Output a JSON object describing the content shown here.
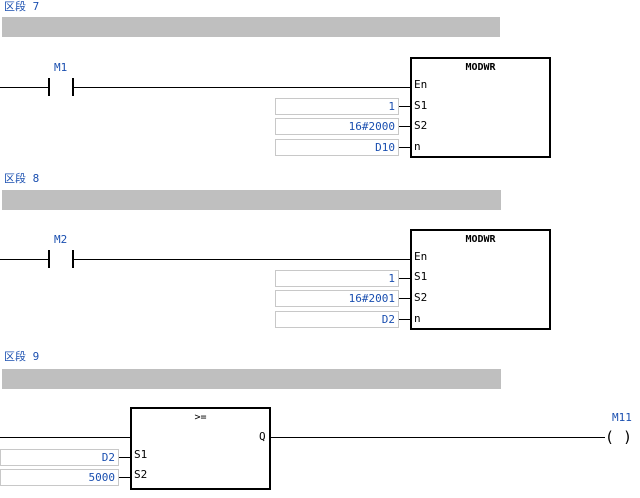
{
  "networks": [
    {
      "segment_label": "区段 7",
      "contact": "M1",
      "block": {
        "title": "MODWR",
        "pins": {
          "en": "En",
          "s1": "S1",
          "s2": "S2",
          "n": "n"
        },
        "operands": {
          "s1": "1",
          "s2": "16#2000",
          "n": "D10"
        }
      }
    },
    {
      "segment_label": "区段 8",
      "contact": "M2",
      "block": {
        "title": "MODWR",
        "pins": {
          "en": "En",
          "s1": "S1",
          "s2": "S2",
          "n": "n"
        },
        "operands": {
          "s1": "1",
          "s2": "16#2001",
          "n": "D2"
        }
      }
    },
    {
      "segment_label": "区段 9",
      "block": {
        "title": ">=",
        "pins": {
          "s1": "S1",
          "s2": "S2",
          "q": "Q"
        },
        "operands": {
          "s1": "D2",
          "s2": "5000"
        }
      },
      "coil": {
        "name": "M11",
        "symbol": "( )"
      }
    }
  ]
}
